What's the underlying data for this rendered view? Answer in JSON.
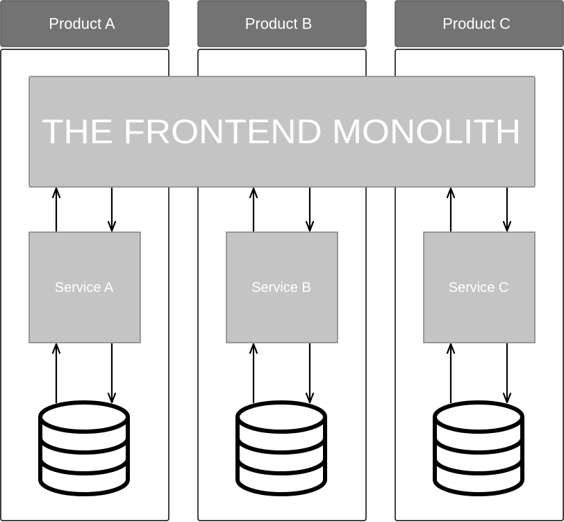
{
  "products": [
    {
      "header": "Product A",
      "service": "Service A",
      "database_icon": "database-icon"
    },
    {
      "header": "Product B",
      "service": "Service B",
      "database_icon": "database-icon"
    },
    {
      "header": "Product C",
      "service": "Service C",
      "database_icon": "database-icon"
    }
  ],
  "monolith": {
    "label": "THE FRONTEND MONOLITH"
  },
  "colors": {
    "header_fill": "#737373",
    "header_stroke": "#595959",
    "monolith_fill": "#c4c4c4",
    "service_fill": "#c4c4c4",
    "box_stroke": "#808080",
    "column_stroke": "#000000",
    "text_light": "#ffffff",
    "line": "#000000"
  }
}
